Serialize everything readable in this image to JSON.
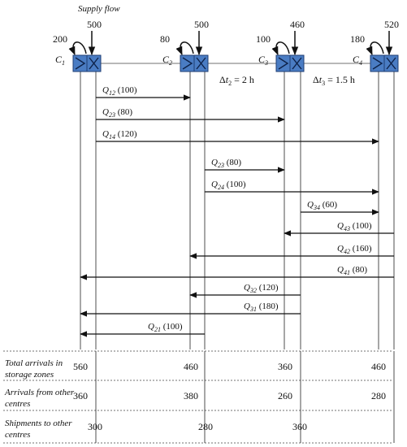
{
  "title": "Supply flow",
  "centres": [
    {
      "name": "C",
      "sub": "1",
      "supply": "500",
      "loop": "200"
    },
    {
      "name": "C",
      "sub": "2",
      "supply": "500",
      "loop": "80"
    },
    {
      "name": "C",
      "sub": "3",
      "supply": "460",
      "loop": "100"
    },
    {
      "name": "C",
      "sub": "4",
      "supply": "520",
      "loop": "180"
    }
  ],
  "delays": [
    {
      "pre": "Δ",
      "sym": "t",
      "sub": "2",
      "value": " = 2 h"
    },
    {
      "pre": "Δ",
      "sym": "t",
      "sub": "3",
      "value": " = 1.5 h"
    }
  ],
  "flows": [
    {
      "from": 1,
      "to": 2,
      "q": "Q",
      "sub": "12",
      "value": " (100)"
    },
    {
      "from": 1,
      "to": 3,
      "q": "Q",
      "sub": "23",
      "value": " (80)"
    },
    {
      "from": 1,
      "to": 4,
      "q": "Q",
      "sub": "14",
      "value": " (120)"
    },
    {
      "from": 2,
      "to": 3,
      "q": "Q",
      "sub": "23",
      "value": " (80)"
    },
    {
      "from": 2,
      "to": 4,
      "q": "Q",
      "sub": "24",
      "value": " (100)"
    },
    {
      "from": 3,
      "to": 4,
      "q": "Q",
      "sub": "34",
      "value": " (60)"
    },
    {
      "from": 4,
      "to": 3,
      "q": "Q",
      "sub": "43",
      "value": " (100)"
    },
    {
      "from": 4,
      "to": 2,
      "q": "Q",
      "sub": "42",
      "value": " (160)"
    },
    {
      "from": 4,
      "to": 1,
      "q": "Q",
      "sub": "41",
      "value": " (80)"
    },
    {
      "from": 3,
      "to": 2,
      "q": "Q",
      "sub": "32",
      "value": " (120)"
    },
    {
      "from": 3,
      "to": 1,
      "q": "Q",
      "sub": "31",
      "value": " (180)"
    },
    {
      "from": 2,
      "to": 1,
      "q": "Q",
      "sub": "21",
      "value": " (100)"
    }
  ],
  "table": {
    "rows": [
      {
        "label": "Total arrivals in storage zones",
        "values": [
          "560",
          "460",
          "360",
          "460"
        ]
      },
      {
        "label": "Arrivals from other centres",
        "values": [
          "360",
          "380",
          "260",
          "280"
        ]
      },
      {
        "label": "Shipments to other centres",
        "values": [
          "300",
          "280",
          "360",
          ""
        ]
      }
    ]
  }
}
